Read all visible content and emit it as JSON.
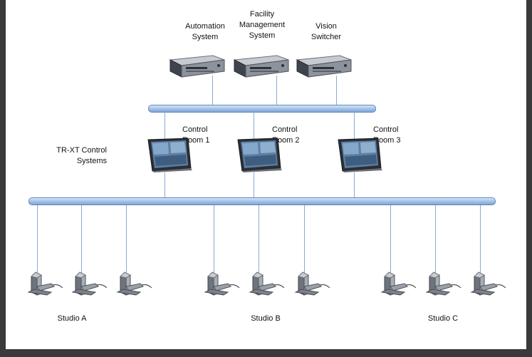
{
  "servers": [
    {
      "id": "automation",
      "label": "Automation\nSystem",
      "icon": "rack-server-icon"
    },
    {
      "id": "facility",
      "label": "Facility\nManagement\nSystem",
      "icon": "rack-server-icon"
    },
    {
      "id": "vision",
      "label": "Vision\nSwitcher",
      "icon": "rack-server-icon"
    }
  ],
  "control_rooms": [
    {
      "id": "cr1",
      "label": "Control\nRoom 1",
      "icon": "touchscreen-panel-icon"
    },
    {
      "id": "cr2",
      "label": "Control\nRoom 2",
      "icon": "touchscreen-panel-icon"
    },
    {
      "id": "cr3",
      "label": "Control\nRoom 3",
      "icon": "touchscreen-panel-icon"
    }
  ],
  "systems_label": "TR-XT Control\nSystems",
  "studios": [
    {
      "id": "a",
      "label": "Studio A",
      "cameras": 3,
      "icon": "robotic-camera-pedestal-icon"
    },
    {
      "id": "b",
      "label": "Studio B",
      "cameras": 3,
      "icon": "robotic-camera-pedestal-icon"
    },
    {
      "id": "c",
      "label": "Studio C",
      "cameras": 3,
      "icon": "robotic-camera-pedestal-icon"
    }
  ],
  "colors": {
    "bus_fill": "#9fc0e6",
    "bus_stroke": "#5f86bd",
    "wire": "#8aa9d6",
    "frame": "#3a3a3a"
  }
}
